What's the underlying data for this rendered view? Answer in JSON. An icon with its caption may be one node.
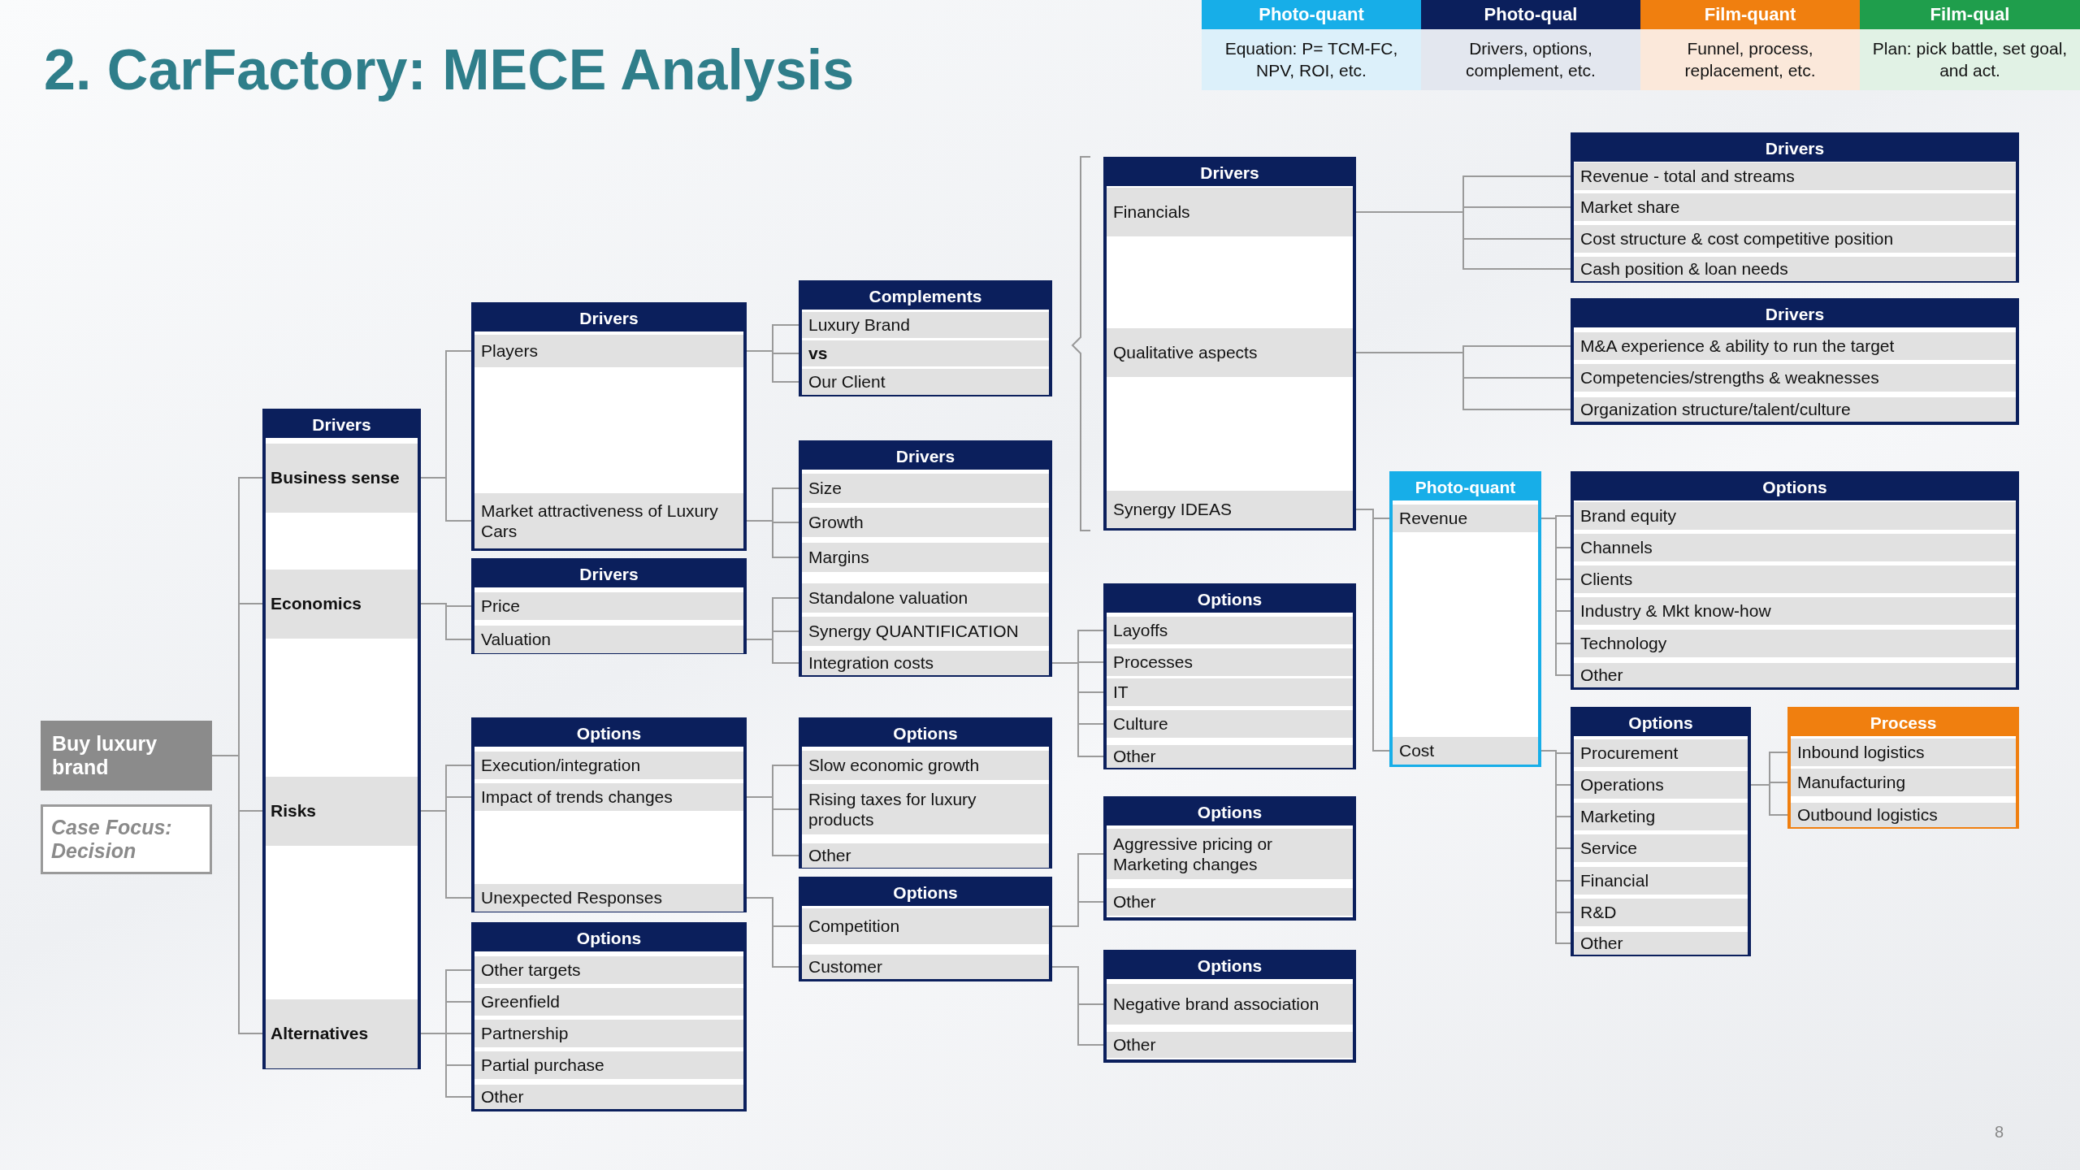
{
  "diagram": {
    "title": "2. CarFactory: MECE Analysis",
    "nodes": [
      {
        "text": [
          "Buy luxury brand"
        ]
      },
      {
        "text": [
          "Case Focus: Decision"
        ]
      },
      {
        "text": [
          "Drivers"
        ]
      },
      {
        "text": [
          "Business sense"
        ],
        "in": 2
      },
      {
        "text": [
          "Economics"
        ],
        "in": 2
      },
      {
        "text": [
          "Risks"
        ],
        "in": 2
      },
      {
        "text": [
          "Alternatives"
        ],
        "in": 2
      },
      {
        "text": [
          "Drivers"
        ]
      },
      {
        "text": [
          "Players"
        ],
        "in": 7
      },
      {
        "text": [
          "Market attractiveness of Luxury Cars"
        ],
        "in": 7
      },
      {
        "text": [
          "Drivers"
        ]
      },
      {
        "text": [
          "Price"
        ],
        "in": 10
      },
      {
        "text": [
          "Valuation"
        ],
        "in": 10
      },
      {
        "text": [
          "Options"
        ]
      },
      {
        "text": [
          "Execution/integration"
        ],
        "in": 13
      },
      {
        "text": [
          "Impact of trends changes"
        ],
        "in": 13
      },
      {
        "text": [
          "Unexpected Responses"
        ],
        "in": 13
      },
      {
        "text": [
          "Options"
        ]
      },
      {
        "text": [
          "Other targets"
        ],
        "in": 17
      },
      {
        "text": [
          "Greenfield"
        ],
        "in": 17
      },
      {
        "text": [
          "Partnership"
        ],
        "in": 17
      },
      {
        "text": [
          "Partial purchase"
        ],
        "in": 17
      },
      {
        "text": [
          "Other"
        ],
        "in": 17
      },
      {
        "text": [
          "Complements"
        ]
      },
      {
        "text": [
          "Luxury Brand"
        ],
        "in": 23
      },
      {
        "text": [
          "vs"
        ],
        "in": 23
      },
      {
        "text": [
          "Our Client"
        ],
        "in": 23
      },
      {
        "text": [
          "Drivers"
        ]
      },
      {
        "text": [
          "Size"
        ],
        "in": 27
      },
      {
        "text": [
          "Growth"
        ],
        "in": 27
      },
      {
        "text": [
          "Margins"
        ],
        "in": 27
      },
      {
        "text": [
          "Standalone valuation"
        ],
        "in": 27
      },
      {
        "text": [
          "Synergy QUANTIFICATION"
        ],
        "in": 27
      },
      {
        "text": [
          "Integration costs"
        ],
        "in": 27
      },
      {
        "text": [
          "Options"
        ]
      },
      {
        "text": [
          "Slow economic growth"
        ],
        "in": 34
      },
      {
        "text": [
          "Rising taxes for luxury products"
        ],
        "in": 34
      },
      {
        "text": [
          "Other"
        ],
        "in": 34
      },
      {
        "text": [
          "Options"
        ]
      },
      {
        "text": [
          "Competition"
        ],
        "in": 38
      },
      {
        "text": [
          "Customer"
        ],
        "in": 38
      },
      {
        "text": [
          "Drivers"
        ]
      },
      {
        "text": [
          "Financials"
        ],
        "in": 41
      },
      {
        "text": [
          "Qualitative aspects"
        ],
        "in": 41
      },
      {
        "text": [
          "Synergy IDEAS"
        ],
        "in": 41
      },
      {
        "text": [
          "Options"
        ]
      },
      {
        "text": [
          "Layoffs"
        ],
        "in": 45
      },
      {
        "text": [
          "Processes"
        ],
        "in": 45
      },
      {
        "text": [
          "IT"
        ],
        "in": 45
      },
      {
        "text": [
          "Culture"
        ],
        "in": 45
      },
      {
        "text": [
          "Other"
        ],
        "in": 45
      },
      {
        "text": [
          "Options"
        ]
      },
      {
        "text": [
          "Aggressive pricing or Marketing changes"
        ],
        "in": 51
      },
      {
        "text": [
          "Other"
        ],
        "in": 51
      },
      {
        "text": [
          "Options"
        ]
      },
      {
        "text": [
          "Negative brand association"
        ],
        "in": 54
      },
      {
        "text": [
          "Other"
        ],
        "in": 54
      },
      {
        "text": [
          "Photo-quant"
        ]
      },
      {
        "text": [
          "Revenue"
        ],
        "in": 57
      },
      {
        "text": [
          "Cost"
        ],
        "in": 57
      },
      {
        "text": [
          "Drivers"
        ]
      },
      {
        "text": [
          "Revenue - total and streams"
        ],
        "in": 60
      },
      {
        "text": [
          "Market share"
        ],
        "in": 60
      },
      {
        "text": [
          "Cost structure & cost competitive position"
        ],
        "in": 60
      },
      {
        "text": [
          "Cash position & loan needs"
        ],
        "in": 60
      },
      {
        "text": [
          "Drivers"
        ]
      },
      {
        "text": [
          "M&A experience & ability to run the target"
        ],
        "in": 65
      },
      {
        "text": [
          "Competencies/strengths & weaknesses"
        ],
        "in": 65
      },
      {
        "text": [
          "Organization structure/talent/culture"
        ],
        "in": 65
      },
      {
        "text": [
          "Options"
        ]
      },
      {
        "text": [
          "Brand equity"
        ],
        "in": 69
      },
      {
        "text": [
          "Channels"
        ],
        "in": 69
      },
      {
        "text": [
          "Clients"
        ],
        "in": 69
      },
      {
        "text": [
          "Industry & Mkt know-how"
        ],
        "in": 69
      },
      {
        "text": [
          "Technology"
        ],
        "in": 69
      },
      {
        "text": [
          "Other"
        ],
        "in": 69
      },
      {
        "text": [
          "Options"
        ]
      },
      {
        "text": [
          "Procurement"
        ],
        "in": 76
      },
      {
        "text": [
          "Operations"
        ],
        "in": 76
      },
      {
        "text": [
          "Marketing"
        ],
        "in": 76
      },
      {
        "text": [
          "Service"
        ],
        "in": 76
      },
      {
        "text": [
          "Financial"
        ],
        "in": 76
      },
      {
        "text": [
          "R&D"
        ],
        "in": 76
      },
      {
        "text": [
          "Other"
        ],
        "in": 76
      },
      {
        "text": [
          "Process"
        ]
      },
      {
        "text": [
          "Inbound logistics"
        ],
        "in": 84
      },
      {
        "text": [
          "Manufacturing"
        ],
        "in": 84
      },
      {
        "text": [
          "Outbound logistics"
        ],
        "in": 84
      },
      {
        "text": [
          "Photo-quant",
          "Equation: P= TCM-FC, NPV, ROI, etc."
        ]
      },
      {
        "text": [
          "Photo-qual",
          "Drivers, options, complement, etc."
        ]
      },
      {
        "text": [
          "Film-quant",
          "Funnel, process, replacement, etc."
        ]
      },
      {
        "text": [
          "Film-qual",
          "Plan: pick battle, set goal, and act."
        ]
      }
    ],
    "edges": [
      {
        "from": 0,
        "to": 3,
        "arrow": "none"
      },
      {
        "from": 0,
        "to": 4,
        "arrow": "none"
      },
      {
        "from": 0,
        "to": 5,
        "arrow": "none"
      },
      {
        "from": 0,
        "to": 6,
        "arrow": "none"
      },
      {
        "from": 3,
        "to": 8,
        "arrow": "none"
      },
      {
        "from": 3,
        "to": 9,
        "arrow": "none"
      },
      {
        "from": 4,
        "to": 11,
        "arrow": "none"
      },
      {
        "from": 4,
        "to": 12,
        "arrow": "none"
      },
      {
        "from": 5,
        "to": 14,
        "arrow": "none"
      },
      {
        "from": 5,
        "to": 15,
        "arrow": "none"
      },
      {
        "from": 5,
        "to": 16,
        "arrow": "none"
      },
      {
        "from": 6,
        "to": 18,
        "arrow": "none"
      },
      {
        "from": 6,
        "to": 19,
        "arrow": "none"
      },
      {
        "from": 6,
        "to": 20,
        "arrow": "none"
      },
      {
        "from": 6,
        "to": 21,
        "arrow": "none"
      },
      {
        "from": 6,
        "to": 22,
        "arrow": "none"
      },
      {
        "from": 8,
        "to": 24,
        "arrow": "none"
      },
      {
        "from": 8,
        "to": 25,
        "arrow": "none"
      },
      {
        "from": 8,
        "to": 26,
        "arrow": "none"
      },
      {
        "from": 9,
        "to": 28,
        "arrow": "none"
      },
      {
        "from": 9,
        "to": 29,
        "arrow": "none"
      },
      {
        "from": 9,
        "to": 30,
        "arrow": "none"
      },
      {
        "from": 12,
        "to": 31,
        "arrow": "none"
      },
      {
        "from": 12,
        "to": 32,
        "arrow": "none"
      },
      {
        "from": 12,
        "to": 33,
        "arrow": "none"
      },
      {
        "from": 15,
        "to": 35,
        "arrow": "none"
      },
      {
        "from": 15,
        "to": 36,
        "arrow": "none"
      },
      {
        "from": 15,
        "to": 37,
        "arrow": "none"
      },
      {
        "from": 16,
        "to": 39,
        "arrow": "none"
      },
      {
        "from": 16,
        "to": 40,
        "arrow": "none"
      },
      {
        "from": 33,
        "to": 46,
        "arrow": "none"
      },
      {
        "from": 33,
        "to": 47,
        "arrow": "none"
      },
      {
        "from": 33,
        "to": 48,
        "arrow": "none"
      },
      {
        "from": 33,
        "to": 49,
        "arrow": "none"
      },
      {
        "from": 33,
        "to": 50,
        "arrow": "none"
      },
      {
        "from": 39,
        "to": 52,
        "arrow": "none"
      },
      {
        "from": 39,
        "to": 53,
        "arrow": "none"
      },
      {
        "from": 40,
        "to": 55,
        "arrow": "none"
      },
      {
        "from": 40,
        "to": 56,
        "arrow": "none"
      },
      {
        "from": 42,
        "to": 61,
        "arrow": "none"
      },
      {
        "from": 42,
        "to": 62,
        "arrow": "none"
      },
      {
        "from": 42,
        "to": 63,
        "arrow": "none"
      },
      {
        "from": 42,
        "to": 64,
        "arrow": "none"
      },
      {
        "from": 43,
        "to": 66,
        "arrow": "none"
      },
      {
        "from": 43,
        "to": 67,
        "arrow": "none"
      },
      {
        "from": 43,
        "to": 68,
        "arrow": "none"
      },
      {
        "from": 44,
        "to": 58,
        "arrow": "none"
      },
      {
        "from": 44,
        "to": 59,
        "arrow": "none"
      },
      {
        "from": 58,
        "to": 70,
        "arrow": "none"
      },
      {
        "from": 58,
        "to": 71,
        "arrow": "none"
      },
      {
        "from": 58,
        "to": 72,
        "arrow": "none"
      },
      {
        "from": 58,
        "to": 73,
        "arrow": "none"
      },
      {
        "from": 58,
        "to": 74,
        "arrow": "none"
      },
      {
        "from": 58,
        "to": 75,
        "arrow": "none"
      },
      {
        "from": 59,
        "to": 77,
        "arrow": "none"
      },
      {
        "from": 59,
        "to": 78,
        "arrow": "none"
      },
      {
        "from": 59,
        "to": 79,
        "arrow": "none"
      },
      {
        "from": 59,
        "to": 80,
        "arrow": "none"
      },
      {
        "from": 59,
        "to": 81,
        "arrow": "none"
      },
      {
        "from": 59,
        "to": 82,
        "arrow": "none"
      },
      {
        "from": 59,
        "to": 83,
        "arrow": "none"
      },
      {
        "from": 78,
        "to": 85,
        "arrow": "none"
      },
      {
        "from": 78,
        "to": 86,
        "arrow": "none"
      },
      {
        "from": 78,
        "to": 87,
        "arrow": "none"
      }
    ],
    "labels": [
      "8"
    ]
  }
}
